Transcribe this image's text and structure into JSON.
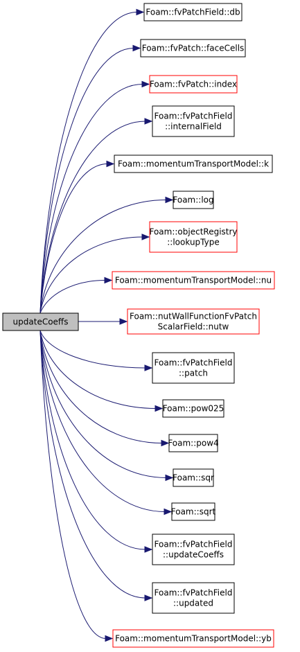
{
  "root": {
    "label": [
      "updateCoeffs"
    ]
  },
  "nodes": [
    {
      "id": "db",
      "label": [
        "Foam::fvPatchField::db"
      ],
      "border": "black"
    },
    {
      "id": "faceCells",
      "label": [
        "Foam::fvPatch::faceCells"
      ],
      "border": "black"
    },
    {
      "id": "index",
      "label": [
        "Foam::fvPatch::index"
      ],
      "border": "red"
    },
    {
      "id": "internalField",
      "label": [
        "Foam::fvPatchField",
        "::internalField"
      ],
      "border": "black"
    },
    {
      "id": "k",
      "label": [
        "Foam::momentumTransportModel::k"
      ],
      "border": "black"
    },
    {
      "id": "log",
      "label": [
        "Foam::log"
      ],
      "border": "black"
    },
    {
      "id": "lookupType",
      "label": [
        "Foam::objectRegistry",
        "::lookupType"
      ],
      "border": "red"
    },
    {
      "id": "nu",
      "label": [
        "Foam::momentumTransportModel::nu"
      ],
      "border": "red"
    },
    {
      "id": "nutw",
      "label": [
        "Foam::nutWallFunctionFvPatch",
        "ScalarField::nutw"
      ],
      "border": "red"
    },
    {
      "id": "patch",
      "label": [
        "Foam::fvPatchField",
        "::patch"
      ],
      "border": "black"
    },
    {
      "id": "pow025",
      "label": [
        "Foam::pow025"
      ],
      "border": "black"
    },
    {
      "id": "pow4",
      "label": [
        "Foam::pow4"
      ],
      "border": "black"
    },
    {
      "id": "sqr",
      "label": [
        "Foam::sqr"
      ],
      "border": "black"
    },
    {
      "id": "sqrt",
      "label": [
        "Foam::sqrt"
      ],
      "border": "black"
    },
    {
      "id": "updateCoeffs",
      "label": [
        "Foam::fvPatchField",
        "::updateCoeffs"
      ],
      "border": "black"
    },
    {
      "id": "updated",
      "label": [
        "Foam::fvPatchField",
        "::updated"
      ],
      "border": "black"
    },
    {
      "id": "yb",
      "label": [
        "Foam::momentumTransportModel::yb"
      ],
      "border": "red"
    }
  ],
  "colors": {
    "edge": "#191970",
    "red_border": "#ff0000",
    "black_border": "#000000",
    "root_fill": "#bfbfbf"
  }
}
